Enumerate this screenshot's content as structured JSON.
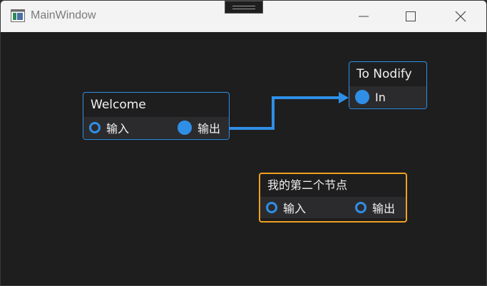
{
  "window": {
    "title": "MainWindow"
  },
  "nodes": {
    "welcome": {
      "title": "Welcome",
      "input_label": "输入",
      "output_label": "输出"
    },
    "to_nodify": {
      "title": "To Nodify",
      "input_label": "In"
    },
    "second": {
      "title": "我的第二个节点",
      "input_label": "输入",
      "output_label": "输出"
    }
  },
  "colors": {
    "accent": "#2f8fe6",
    "selected": "#f0a020",
    "background": "#1e1e1e",
    "titlebar": "#f3f3f3"
  }
}
